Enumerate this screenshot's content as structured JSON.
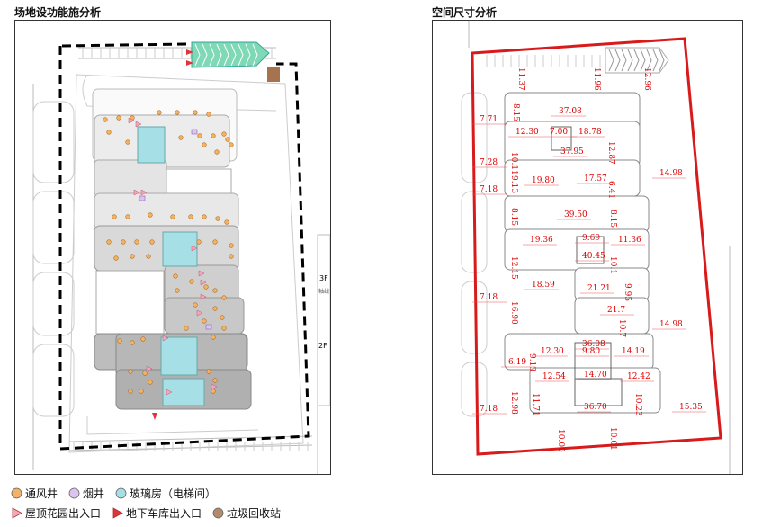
{
  "panels": {
    "left_title": "场地设功能施分析",
    "right_title": "空间尺寸分析"
  },
  "side_labels": [
    "3F",
    "2F"
  ],
  "side_label_small": "轴线",
  "legend": {
    "row1": [
      {
        "label": "通风井",
        "icon": "orange-circle-icon",
        "color": "#f4b266"
      },
      {
        "label": "烟井",
        "icon": "purple-circle-icon",
        "color": "#dcc4ee"
      },
      {
        "label": "玻璃房（电梯间）",
        "icon": "cyan-circle-icon",
        "color": "#a7dfe6"
      }
    ],
    "row2": [
      {
        "label": "屋顶花园出入口",
        "icon": "pink-triangle-icon",
        "color": "#f4a7b9"
      },
      {
        "label": "地下车库出入口",
        "icon": "red-triangle-icon",
        "color": "#e0333a"
      },
      {
        "label": "垃圾回收站",
        "icon": "brown-circle-icon",
        "color": "#b48a6c"
      }
    ]
  },
  "dimensions": [
    "11.37",
    "11.96",
    "12.96",
    "8.15",
    "37.08",
    "7.71",
    "12.30",
    "7.00",
    "18.78",
    "12.87",
    "10.11",
    "37.95",
    "7.28",
    "9.13",
    "19.80",
    "17.57",
    "6.41",
    "14.98",
    "7.18",
    "8.15",
    "39.50",
    "8.15",
    "19.36",
    "9.69",
    "11.36",
    "12.15",
    "40.45",
    "10.1",
    "18.59",
    "21.21",
    "9.95",
    "16.90",
    "21.7",
    "10.7",
    "7.18",
    "14.98",
    "36.08",
    "12.30",
    "9.80",
    "14.19",
    "9.13",
    "6.19",
    "12.54",
    "14.70",
    "12.42",
    "12.98",
    "11.71",
    "10.23",
    "7.18",
    "36.70",
    "15.35",
    "10.00",
    "10.01"
  ]
}
